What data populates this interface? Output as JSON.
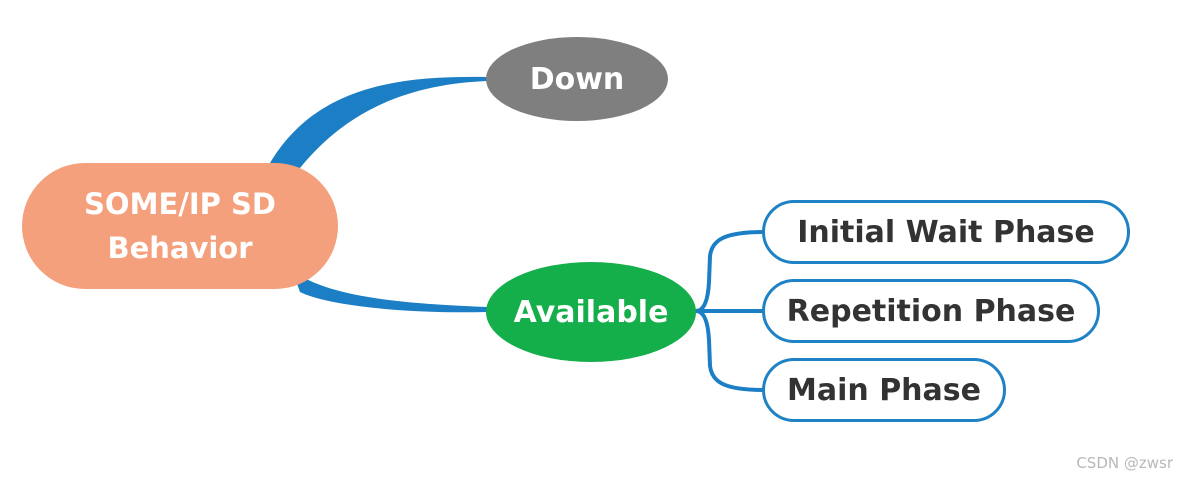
{
  "diagram": {
    "root": {
      "line1": "SOME/IP SD",
      "line2": "Behavior"
    },
    "states": {
      "down": "Down",
      "available": "Available"
    },
    "phases": [
      {
        "label": "Initial Wait Phase"
      },
      {
        "label": "Repetition Phase"
      },
      {
        "label": "Main Phase"
      }
    ],
    "colors": {
      "root": "#f4a07c",
      "down": "#7f7f7f",
      "available": "#14ae4a",
      "connector": "#1c7ec4",
      "phase_border": "#1f82c5"
    }
  },
  "watermark": "CSDN @zwsr"
}
